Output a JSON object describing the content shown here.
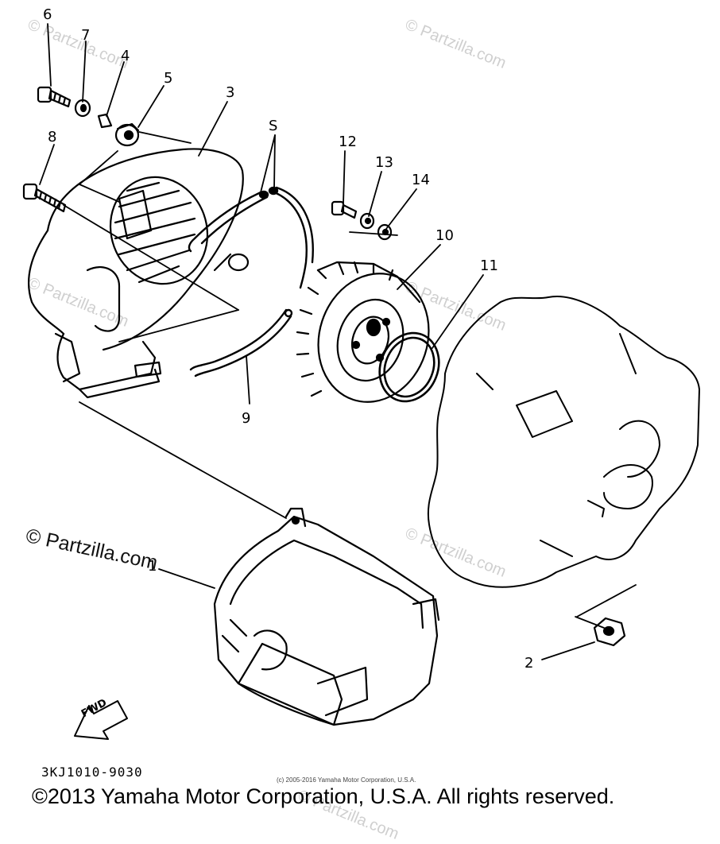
{
  "diagram": {
    "callouts": [
      {
        "id": "c6",
        "label": "6"
      },
      {
        "id": "c7",
        "label": "7"
      },
      {
        "id": "c4",
        "label": "4"
      },
      {
        "id": "c5",
        "label": "5"
      },
      {
        "id": "c3",
        "label": "3"
      },
      {
        "id": "c8",
        "label": "8"
      },
      {
        "id": "cS",
        "label": "S"
      },
      {
        "id": "c12",
        "label": "12"
      },
      {
        "id": "c13",
        "label": "13"
      },
      {
        "id": "c14",
        "label": "14"
      },
      {
        "id": "c10",
        "label": "10"
      },
      {
        "id": "c11",
        "label": "11"
      },
      {
        "id": "c9",
        "label": "9"
      },
      {
        "id": "c1",
        "label": "1"
      },
      {
        "id": "c2",
        "label": "2"
      }
    ],
    "direction_badge": "FWD",
    "reference_code": "3KJ1010-9030",
    "small_copyright": "(c) 2005-2016 Yamaha Motor Corporation, U.S.A.",
    "footer_copyright": "©2013 Yamaha Motor Corporation, U.S.A. All rights reserved.",
    "watermark": "© Partzilla.com",
    "watermark_main": "© Partzilla.com"
  }
}
